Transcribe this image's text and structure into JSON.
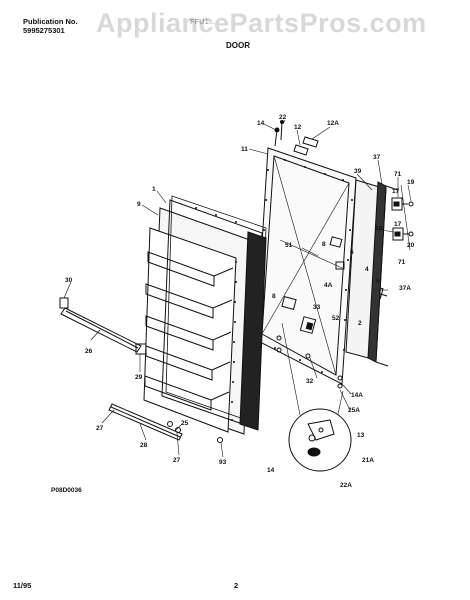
{
  "header": {
    "publication_label": "Publication No.",
    "publication_number": "5995275301",
    "model": "FFU1...",
    "section_title": "DOOR",
    "watermark": "AppliancePartsPros.com"
  },
  "footer": {
    "date": "11/95",
    "page": "2"
  },
  "figure_code": "P08D0036",
  "labels": {
    "l1": "1",
    "l2": "2",
    "l4": "4",
    "l4a": "4A",
    "l5": "5",
    "l6": "6",
    "l8": "8",
    "l9": "9",
    "l11": "11",
    "l12": "12",
    "l12a": "12A",
    "l13": "13",
    "l14a": "14",
    "l14b": "14",
    "l14a2": "14A",
    "l17a": "17",
    "l17b": "17",
    "l18": "18",
    "l19": "19",
    "l20": "20",
    "l21a": "21A",
    "l22": "22",
    "l22a": "22A",
    "l25": "25",
    "l25a": "25A",
    "l26": "26",
    "l27a": "27",
    "l27b": "27",
    "l28": "28",
    "l29": "29",
    "l30": "30",
    "l32": "32",
    "l33": "33",
    "l37": "37",
    "l37a": "37A",
    "l39": "39",
    "l51": "51",
    "l52": "52",
    "l71a": "71",
    "l71b": "71",
    "l93": "93"
  }
}
